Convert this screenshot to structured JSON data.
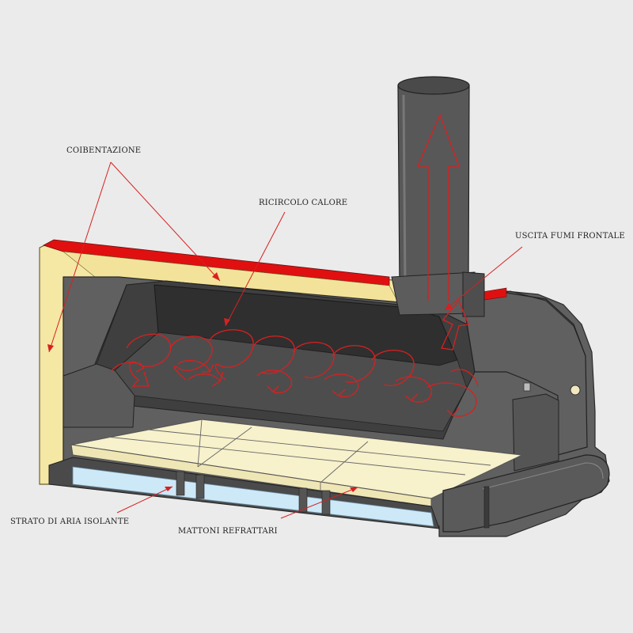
{
  "labels": {
    "coibentazione": "COIBENTAZIONE",
    "ricircolo_calore": "RICIRCOLO  CALORE",
    "uscita_fumi_frontale": "USCITA FUMI FRONTALE",
    "strato_aria_isolante": "STRATO DI ARIA ISOLANTE",
    "mattoni_refrattari": "MATTONI REFRATTARI"
  },
  "colors": {
    "background": "#ebebeb",
    "oven_body": "#5a5a5a",
    "oven_dark": "#3c3c3c",
    "insulation": "#f5e7a4",
    "insulation_top": "#e01010",
    "bricks": "#f7f1cc",
    "air_layer": "#cde8f7",
    "arrows": "#e02020"
  },
  "icons": {
    "flow_arrow": "up-arrow-icon",
    "heat_swirl": "swirl-arrow-icon"
  }
}
